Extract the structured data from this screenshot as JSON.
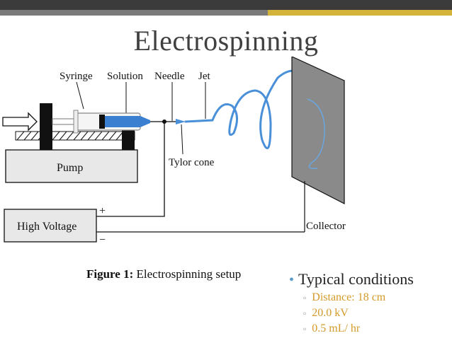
{
  "slide": {
    "title": "Electrospinning"
  },
  "diagram": {
    "labels": {
      "syringe": "Syringe",
      "solution": "Solution",
      "needle": "Needle",
      "jet": "Jet",
      "taylor_cone": "Tylor cone",
      "pump": "Pump",
      "high_voltage": "High Voltage",
      "plus": "+",
      "minus": "−",
      "collector": "Collector"
    },
    "colors": {
      "jet": "#4a90d9",
      "solution": "#3a7fd0",
      "block": "#111111",
      "box_fill": "#e8e8e8"
    }
  },
  "caption": {
    "prefix": "Figure 1:",
    "text": " Electrospinning setup"
  },
  "conditions": {
    "heading": "Typical conditions",
    "items": [
      "Distance: 18 cm",
      "20.0 kV",
      "0.5 mL/ hr"
    ]
  }
}
